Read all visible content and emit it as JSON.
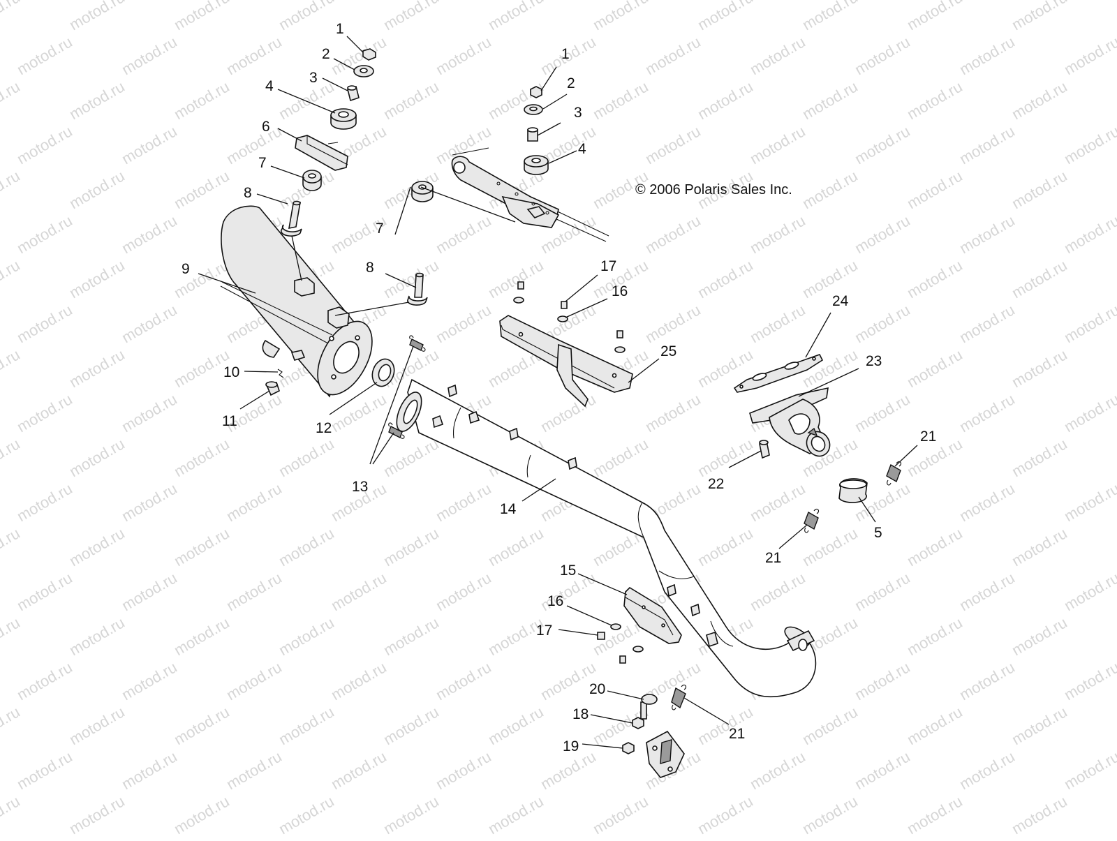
{
  "watermark": {
    "text": "motod.ru",
    "color": "#d6d6d6"
  },
  "copyright": "© 2006 Polaris Sales Inc.",
  "callouts": [
    {
      "id": "c1a",
      "label": "1"
    },
    {
      "id": "c2a",
      "label": "2"
    },
    {
      "id": "c3a",
      "label": "3"
    },
    {
      "id": "c4a",
      "label": "4"
    },
    {
      "id": "c6",
      "label": "6"
    },
    {
      "id": "c7a",
      "label": "7"
    },
    {
      "id": "c8a",
      "label": "8"
    },
    {
      "id": "c9",
      "label": "9"
    },
    {
      "id": "c10",
      "label": "10"
    },
    {
      "id": "c11",
      "label": "11"
    },
    {
      "id": "c12",
      "label": "12"
    },
    {
      "id": "c13",
      "label": "13"
    },
    {
      "id": "c1b",
      "label": "1"
    },
    {
      "id": "c2b",
      "label": "2"
    },
    {
      "id": "c3b",
      "label": "3"
    },
    {
      "id": "c4b",
      "label": "4"
    },
    {
      "id": "c7b",
      "label": "7"
    },
    {
      "id": "c8b",
      "label": "8"
    },
    {
      "id": "c17a",
      "label": "17"
    },
    {
      "id": "c16a",
      "label": "16"
    },
    {
      "id": "c24",
      "label": "24"
    },
    {
      "id": "c25",
      "label": "25"
    },
    {
      "id": "c23",
      "label": "23"
    },
    {
      "id": "c21a",
      "label": "21"
    },
    {
      "id": "c22",
      "label": "22"
    },
    {
      "id": "c14",
      "label": "14"
    },
    {
      "id": "c5",
      "label": "5"
    },
    {
      "id": "c21b",
      "label": "21"
    },
    {
      "id": "c15",
      "label": "15"
    },
    {
      "id": "c16b",
      "label": "16"
    },
    {
      "id": "c17b",
      "label": "17"
    },
    {
      "id": "c20",
      "label": "20"
    },
    {
      "id": "c18",
      "label": "18"
    },
    {
      "id": "c19",
      "label": "19"
    },
    {
      "id": "c21c",
      "label": "21"
    }
  ]
}
